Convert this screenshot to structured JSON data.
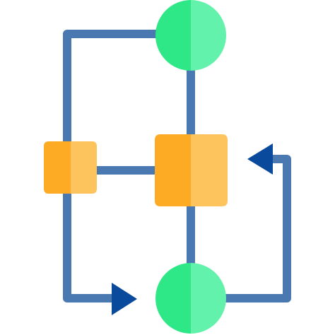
{
  "diagram": {
    "type": "flowchart-icon",
    "colors": {
      "background": "#ffffff",
      "connector": "#4a79b1",
      "arrowhead": "#0a4a9c",
      "circle_dark": "#2ee887",
      "circle_light": "#63f2ab",
      "square_dark": "#fdaa25",
      "square_light": "#fdc35c"
    },
    "nodes": [
      {
        "id": "top-circle",
        "shape": "circle"
      },
      {
        "id": "left-square",
        "shape": "rounded-square"
      },
      {
        "id": "center-square",
        "shape": "rounded-square"
      },
      {
        "id": "bottom-circle",
        "shape": "circle"
      }
    ],
    "edges": [
      {
        "from": "top-circle",
        "to": "left-square",
        "arrow": false
      },
      {
        "from": "top-circle",
        "to": "center-square",
        "arrow": false
      },
      {
        "from": "left-square",
        "to": "center-square",
        "arrow": false
      },
      {
        "from": "center-square",
        "to": "bottom-circle",
        "arrow": false
      },
      {
        "from": "left-square",
        "to": "bottom-circle",
        "arrow": true
      },
      {
        "from": "bottom-circle",
        "to": "center-square",
        "arrow": true
      }
    ]
  }
}
